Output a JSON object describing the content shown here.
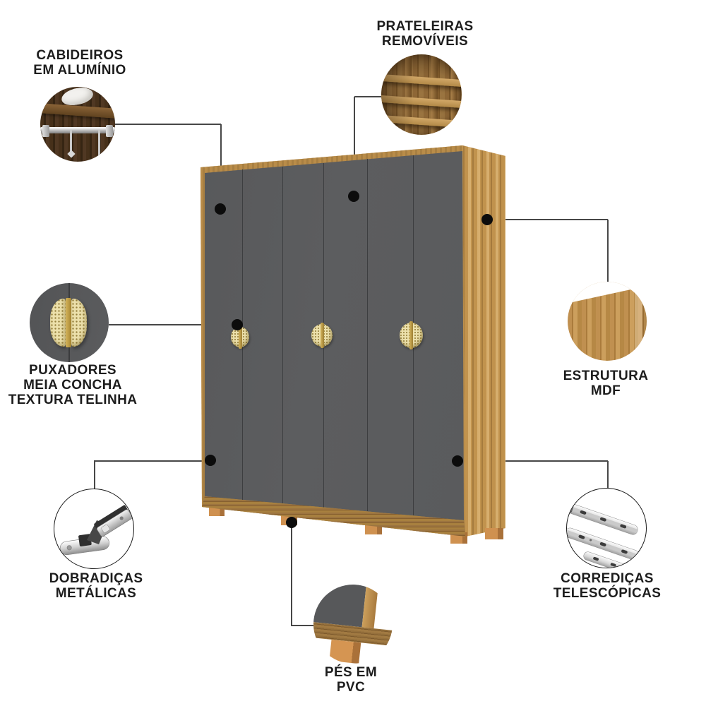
{
  "callouts": {
    "cabideiros": {
      "label": [
        "CABIDEIROS",
        "EM ALUMÍNIO"
      ],
      "icon": "aluminum-rod"
    },
    "prateleiras": {
      "label": [
        "PRATELEIRAS",
        "REMOVÍVEIS"
      ],
      "icon": "removable-shelves"
    },
    "puxadores": {
      "label": [
        "PUXADORES",
        "MEIA CONCHA",
        "TEXTURA TELINHA"
      ],
      "icon": "shell-handle"
    },
    "estrutura": {
      "label": [
        "ESTRUTURA",
        "MDF"
      ],
      "icon": "mdf-wood-grain"
    },
    "dobradicas": {
      "label": [
        "DOBRADIÇAS",
        "METÁLICAS"
      ],
      "icon": "metal-hinge"
    },
    "corredicas": {
      "label": [
        "CORREDIÇAS",
        "TELESCÓPICAS"
      ],
      "icon": "telescopic-slide"
    },
    "pes": {
      "label": [
        "PÉS EM",
        "PVC"
      ],
      "icon": "pvc-foot"
    }
  },
  "wardrobe": {
    "doors": 6,
    "handles": 3,
    "feet_visible": 5
  },
  "colors": {
    "background": "#ffffff",
    "door_gray": "#58595b",
    "door_seam": "#3d3e40",
    "wood": "#b98c49",
    "wood_dark": "#8a6434",
    "handle_cream": "#ece0ab",
    "handle_gold": "#b99440",
    "pvc_foot": "#cf9150",
    "connector_line": "#474747",
    "connector_dot": "#0c0c0c",
    "text": "#1d1d1d"
  }
}
